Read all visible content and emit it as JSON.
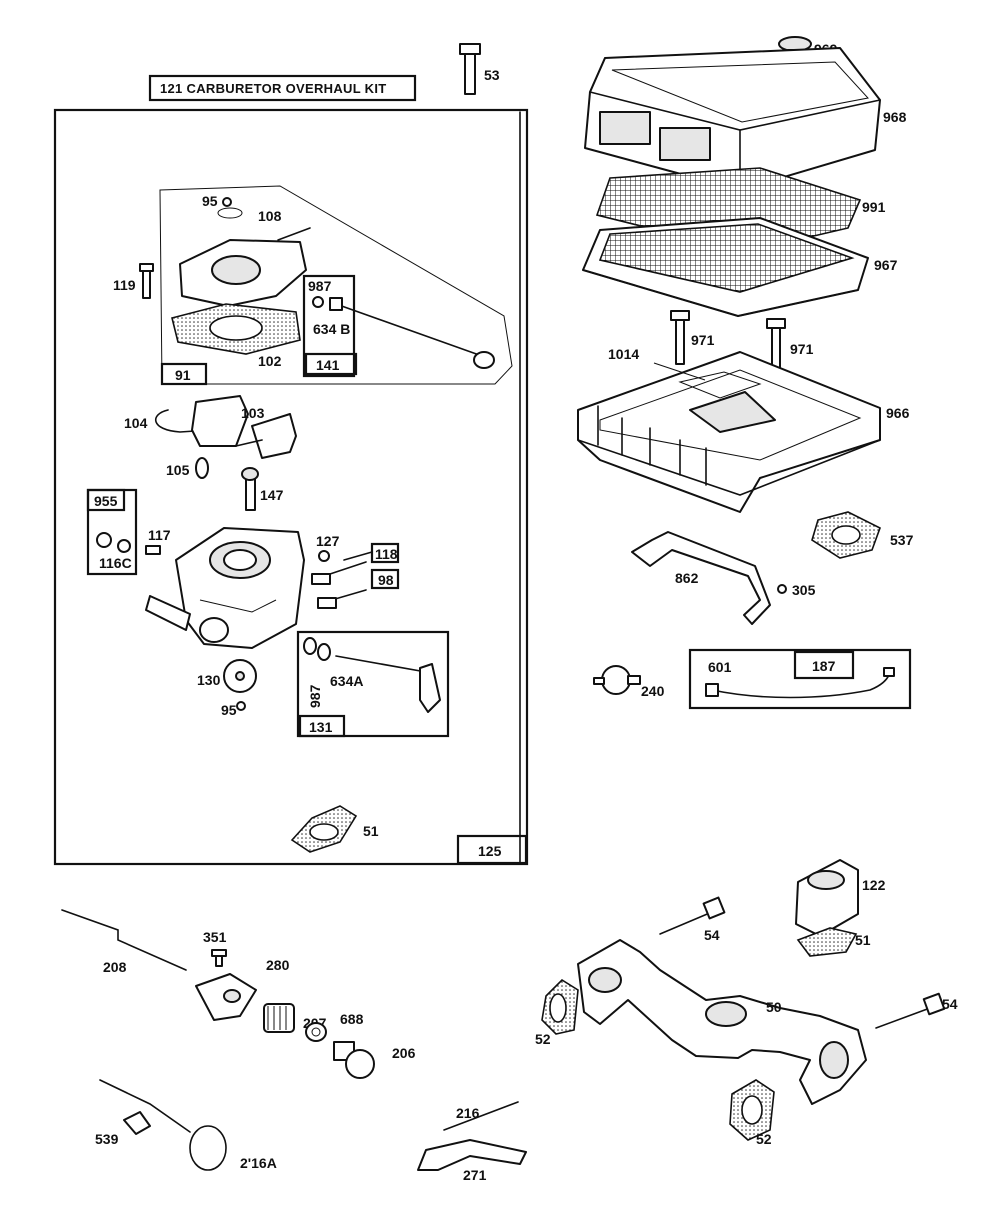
{
  "kit_title": "121  CARBURETOR OVERHAUL KIT",
  "callouts": {
    "p53": "53",
    "p969": "969",
    "p968": "968",
    "p991": "991",
    "p967": "967",
    "p971a": "971",
    "p971b": "971",
    "p1014": "1014",
    "p966": "966",
    "p537": "537",
    "p862": "862",
    "p305": "305",
    "p240": "240",
    "p601": "601",
    "p187": "187",
    "p95a": "95",
    "p108": "108",
    "p119": "119",
    "p987a": "987",
    "p634b": "634 B",
    "p102": "102",
    "p91": "91",
    "p141": "141",
    "p104": "104",
    "p103": "103",
    "p105": "105",
    "p147": "147",
    "p955": "955",
    "p117": "117",
    "p116c": "116C",
    "p127": "127",
    "p118": "118",
    "p98": "98",
    "p130": "130",
    "p95b": "95",
    "p987b": "987",
    "p634a": "634A",
    "p131": "131",
    "p51a": "51",
    "p125": "125",
    "p122": "122",
    "p51b": "51",
    "p54a": "54",
    "p54b": "54",
    "p50": "50",
    "p52a": "52",
    "p52b": "52",
    "p351": "351",
    "p208": "208",
    "p280": "280",
    "p207": "207",
    "p688": "688",
    "p206": "206",
    "p539": "539",
    "p216a": "2'16A",
    "p216": "216",
    "p271": "271"
  }
}
